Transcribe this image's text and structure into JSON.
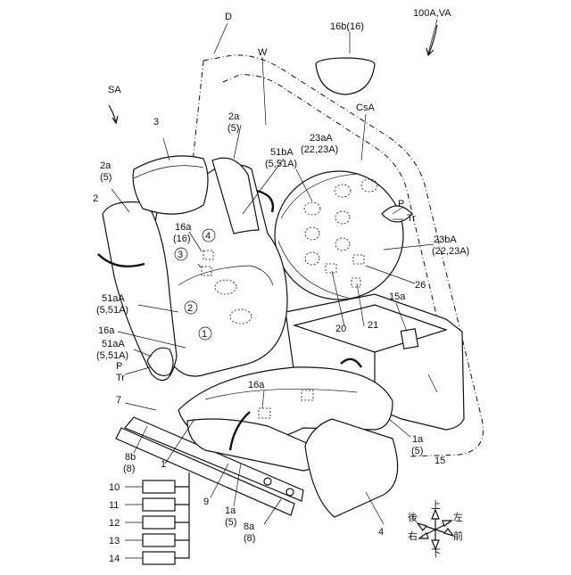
{
  "labels": {
    "system": "100A,VA",
    "cabin": "D",
    "window": "W",
    "speaker_top": "16b(16)",
    "seat_assembly": "SA",
    "center_console": "CsA",
    "headrest": "3",
    "side_support_right": "2a",
    "side_support_right_sub": "(5)",
    "side_support_left": "2a",
    "side_support_left_sub": "(5)",
    "backrest": "2",
    "cushion_group_top": "23aA",
    "cushion_group_top_sub": "(22,23A)",
    "cushion_group_mid": "23bA",
    "cushion_group_mid_sub": "(22,23A)",
    "bag_upper": "51bA",
    "bag_upper_sub": "(5,51A)",
    "bag_mid": "51aA",
    "bag_mid_sub": "(5,51A)",
    "bag_low": "51aA",
    "bag_low_sub": "(5,51A)",
    "spk_label": "16a",
    "spk_label_sub": "(16)",
    "spk_back": "16a",
    "spk_seat": "16a",
    "node4": "4",
    "node3": "3",
    "node2": "2",
    "node1": "1",
    "p_right": "P",
    "tr_right": "Tr",
    "p_left": "P",
    "tr_left": "Tr",
    "n26": "26",
    "n15a": "15a",
    "n20": "20",
    "n21": "21",
    "n7": "7",
    "n8b": "8b",
    "n8b_sub": "(8)",
    "n1": "1",
    "n1a_right": "1a",
    "n1a_right_sub": "(5)",
    "n15": "15",
    "n9": "9",
    "n1a_front": "1a",
    "n1a_front_sub": "(5)",
    "n8a": "8a",
    "n8a_sub": "(8)",
    "n4": "4",
    "box10": "10",
    "box11": "11",
    "box12": "12",
    "box13": "13",
    "box14": "14"
  },
  "compass": {
    "up": "上",
    "down": "下",
    "left": "左",
    "right": "右",
    "front": "前",
    "back": "後"
  }
}
